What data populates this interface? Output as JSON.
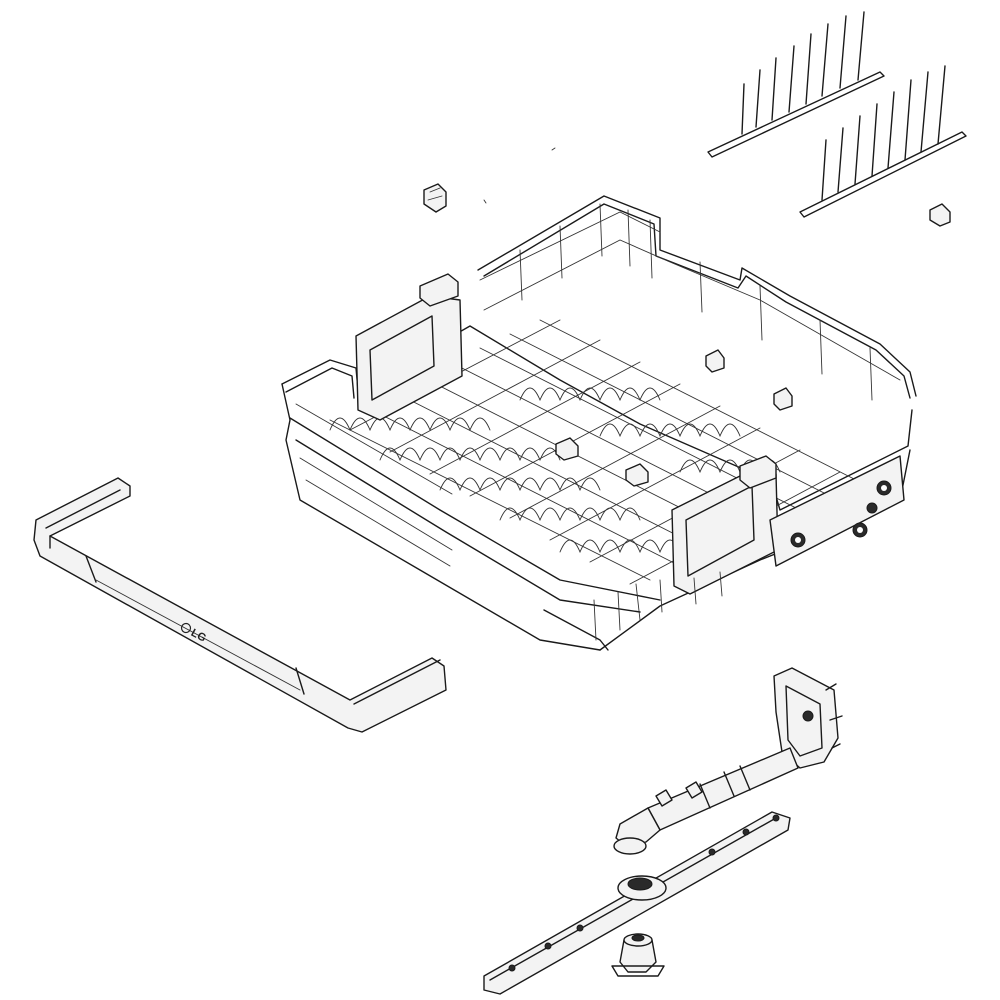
{
  "diagram": {
    "parts": [
      {
        "id": "tine-racks",
        "icon": "tine-rack-icon"
      },
      {
        "id": "rack-clip-left",
        "icon": "clip-icon"
      },
      {
        "id": "rack-clip-right",
        "icon": "clip-icon"
      },
      {
        "id": "upper-rack",
        "icon": "dish-rack-icon"
      },
      {
        "id": "rack-handle",
        "icon": "handle-icon"
      },
      {
        "id": "spray-arm-manifold",
        "icon": "manifold-icon"
      },
      {
        "id": "spray-arm",
        "icon": "spray-arm-icon"
      },
      {
        "id": "spray-arm-nut",
        "icon": "nut-icon"
      }
    ],
    "handle_logo": "LG"
  }
}
